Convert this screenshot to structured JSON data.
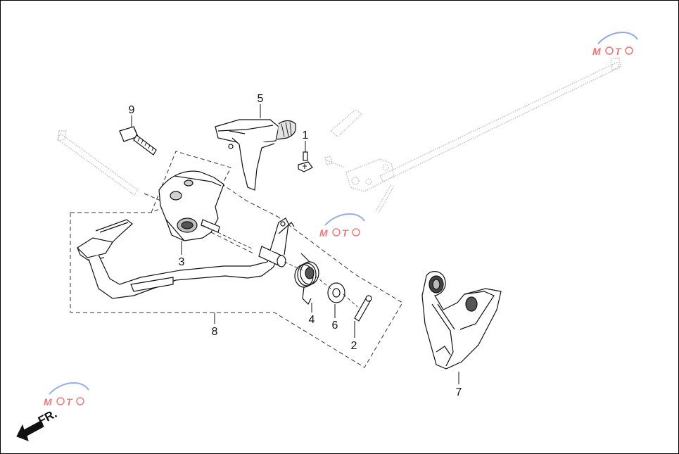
{
  "diagram": {
    "callouts": [
      {
        "id": "1",
        "label": "1"
      },
      {
        "id": "2",
        "label": "2"
      },
      {
        "id": "3",
        "label": "3"
      },
      {
        "id": "4",
        "label": "4"
      },
      {
        "id": "5",
        "label": "5"
      },
      {
        "id": "6",
        "label": "6"
      },
      {
        "id": "7",
        "label": "7"
      },
      {
        "id": "8",
        "label": "8"
      },
      {
        "id": "9",
        "label": "9"
      }
    ],
    "direction_marker": {
      "label": "FR.",
      "icon": "front-arrow-icon"
    },
    "watermark": {
      "text": "MOTO",
      "icon": "motorcycle-logo-icon"
    },
    "colors": {
      "line": "#111111",
      "part_fill": "#ffffff",
      "part_shade": "#d8d8d8",
      "dark_shade": "#555555",
      "faded": "#b8b8b8",
      "watermark_red": "#e04848",
      "watermark_blue": "#6a8ed8"
    }
  }
}
